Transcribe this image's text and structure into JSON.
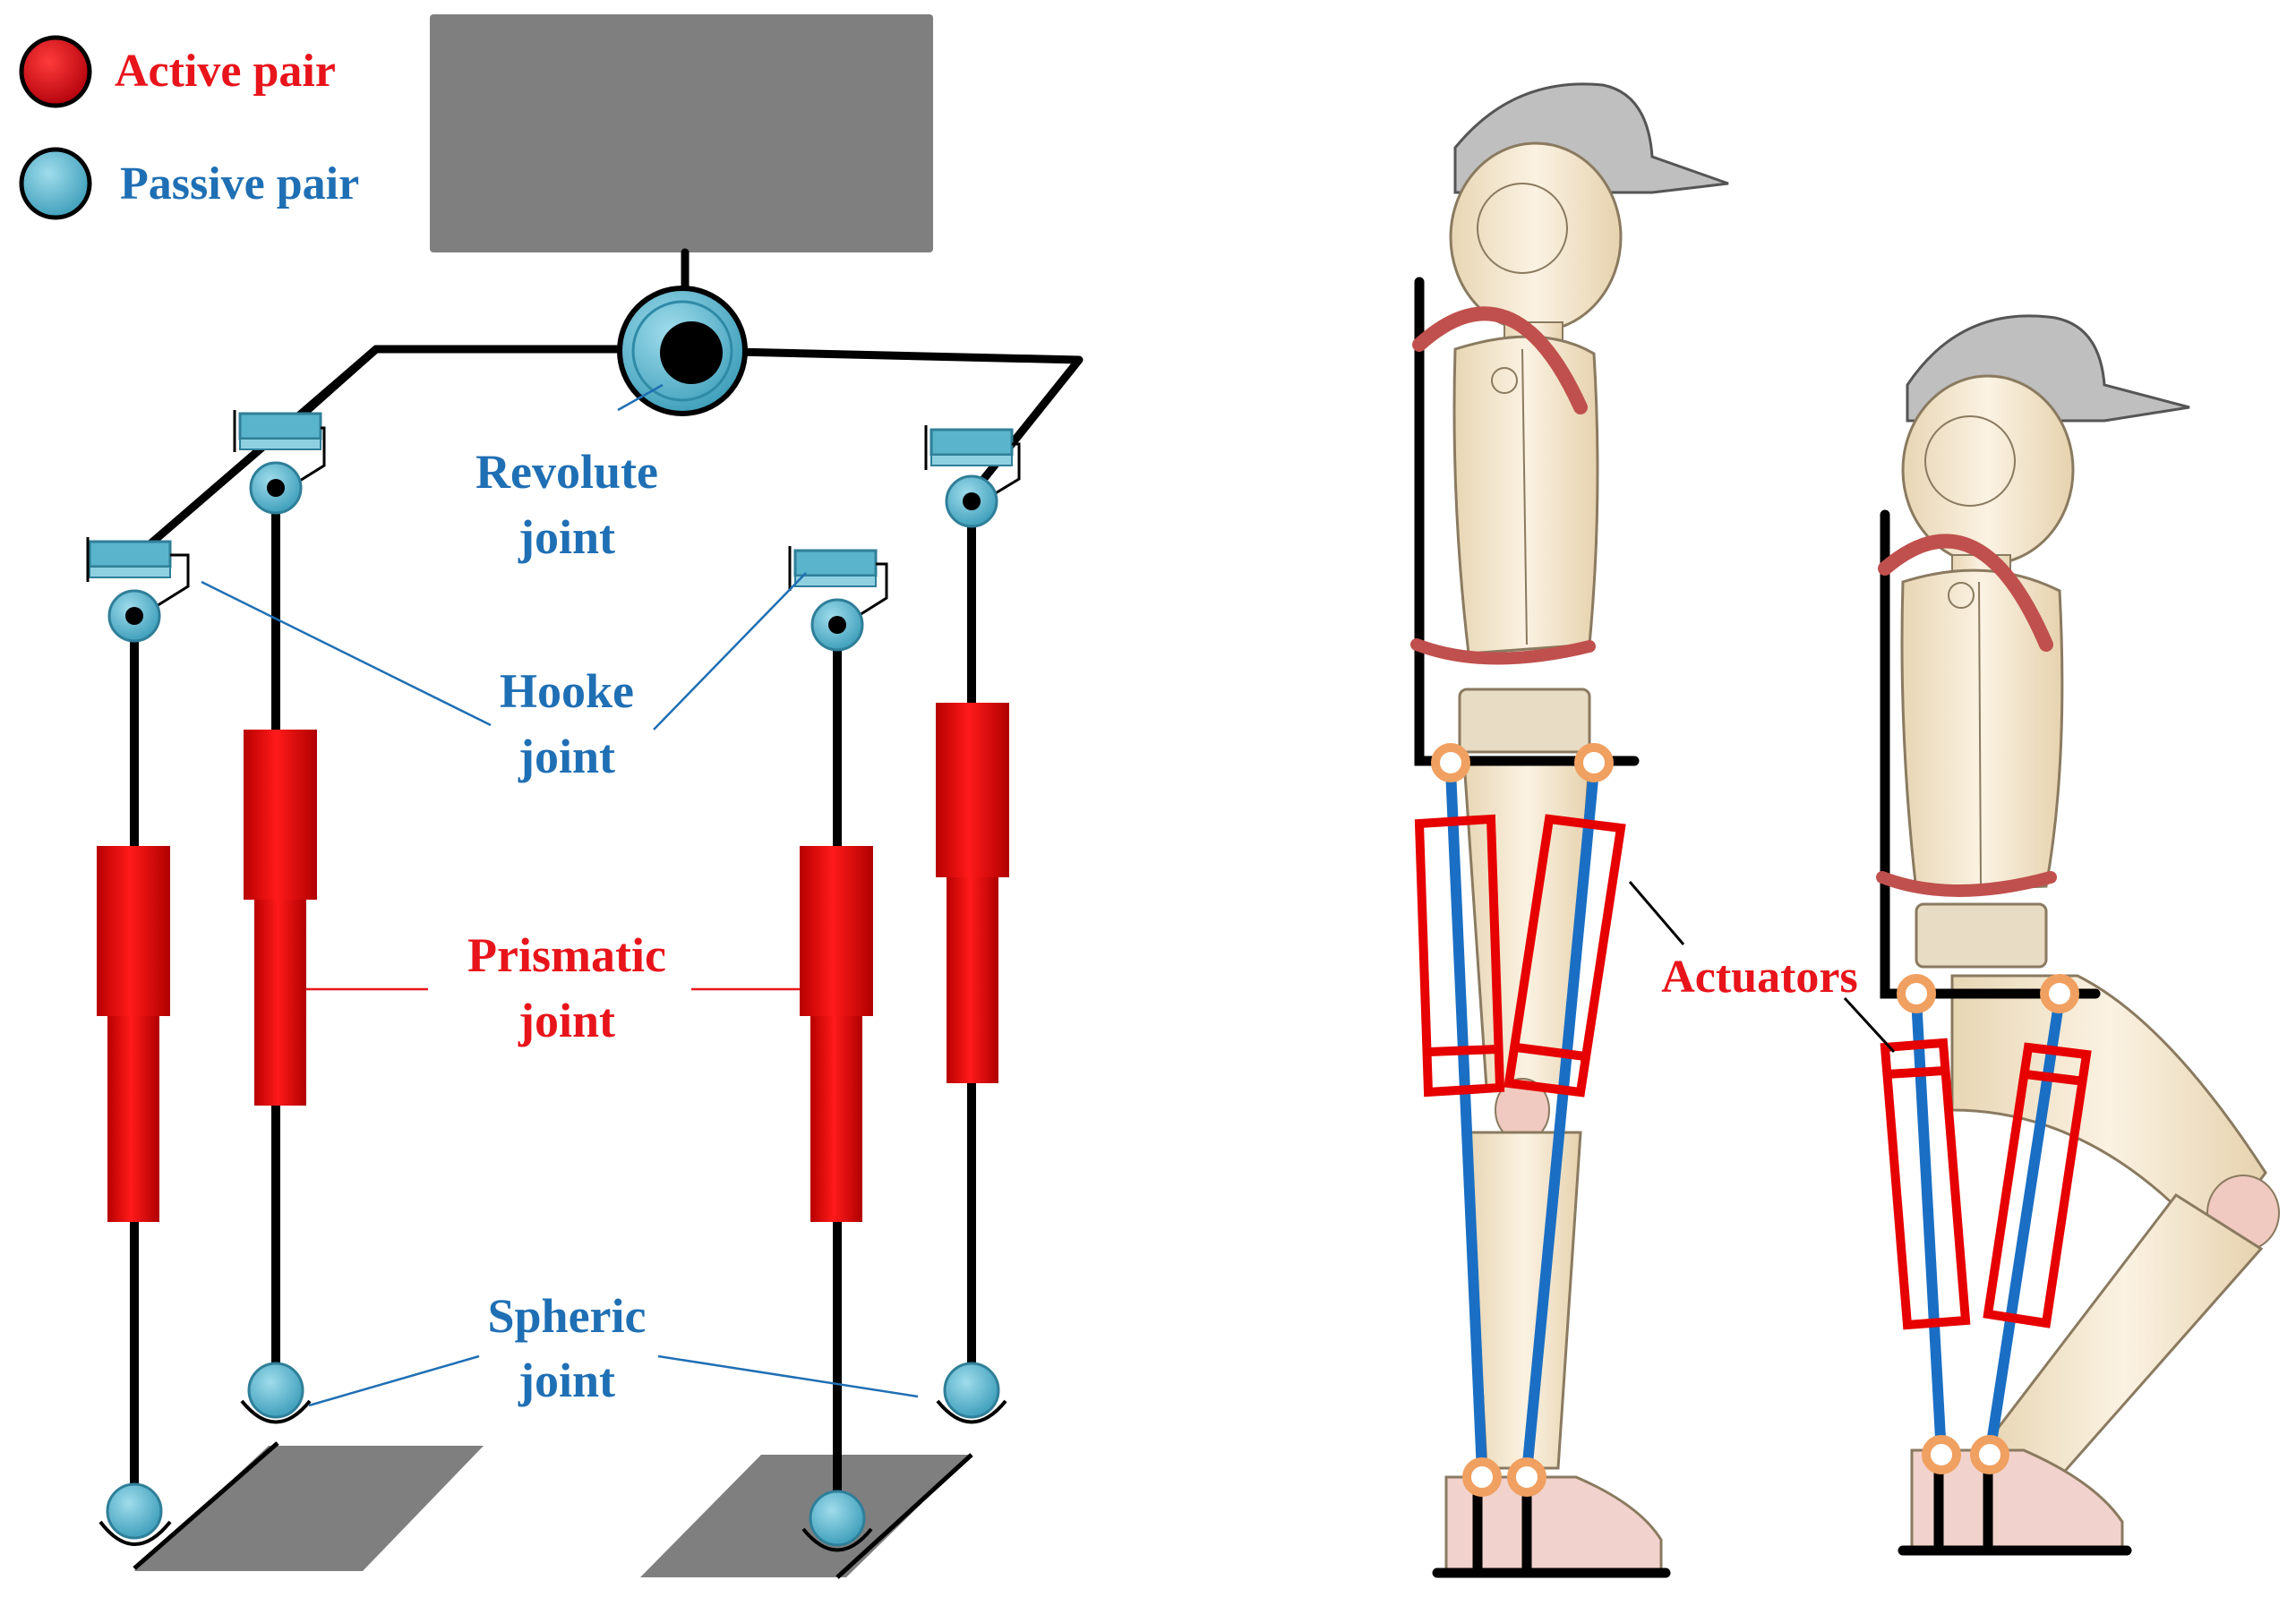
{
  "legend": {
    "active_label": "Active pair",
    "passive_label": "Passive pair",
    "active_color": "#c8000f",
    "passive_color": "#5ab4cc"
  },
  "labels": {
    "revolute_line1": "Revolute",
    "revolute_line2": "joint",
    "hooke_line1": "Hooke",
    "hooke_line2": "joint",
    "prismatic_line1": "Prismatic",
    "prismatic_line2": "joint",
    "spheric_line1": "Spheric",
    "spheric_line2": "joint",
    "actuators": "Actuators"
  },
  "colors": {
    "label_blue": "#1f6fb4",
    "label_red": "#e8141b",
    "frame_black": "#000000",
    "platform_gray": "#7f7f7f",
    "actuator_red": "#e60000",
    "leg_blue": "#1a6fc4",
    "body_beige": "#f3e6cf",
    "brace_red": "#c0504d",
    "joint_orange": "#f0a060",
    "cap_gray": "#bfbfbf"
  }
}
